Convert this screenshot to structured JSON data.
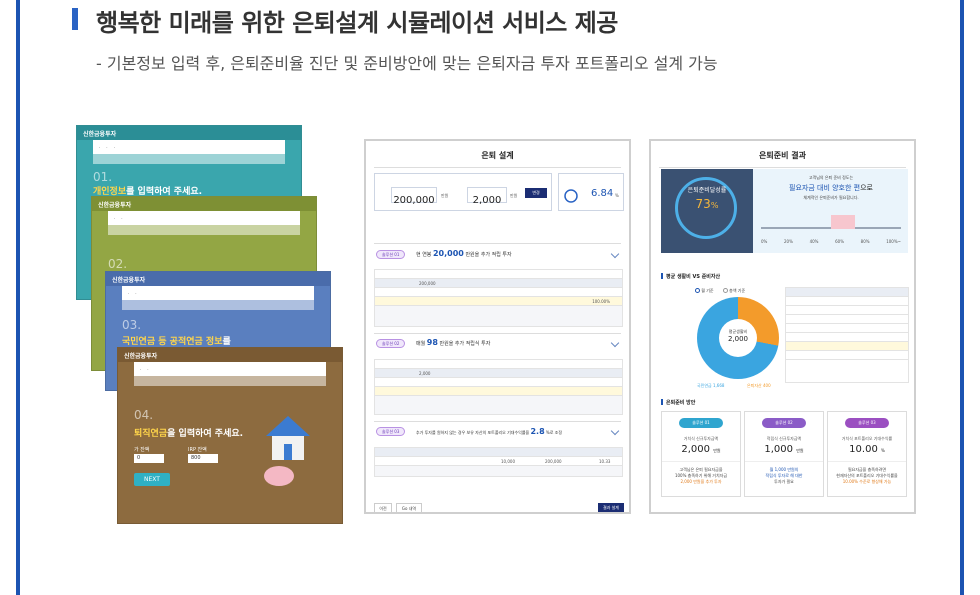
{
  "header": {
    "title": "행복한 미래를 위한 은퇴설계 시뮬레이션 서비스 제공",
    "subtitle": "- 기본정보 입력 후, 은퇴준비율 진단 및 준비방안에 맞는 은퇴자금 투자 포트폴리오 설계 가능"
  },
  "cards": [
    {
      "brand": "신한금융투자",
      "step": "01.",
      "text_hl": "개인정보",
      "text": "를 입력하여 주세요."
    },
    {
      "brand": "신한금융투자",
      "step": "02."
    },
    {
      "brand": "신한금융투자",
      "step": "03.",
      "text_hl": "국민연금 등 공적연금 정보",
      "text": "를"
    },
    {
      "brand": "신한금융투자",
      "step": "04.",
      "text_hl": "퇴직연금",
      "text": "을 입력하여 주세요.",
      "field1_label": "가 잔액",
      "field1_value": "0",
      "field2_label": "IRP 잔액",
      "field2_value": "800",
      "next": "NEXT"
    }
  ],
  "panel1": {
    "title": "은퇴 설계",
    "box1_value": "200,000",
    "box1_unit": "만원",
    "box2_value": "2,000",
    "box2_unit": "만원",
    "calc_btn": "변경",
    "rate_value": "6.84",
    "rate_unit": "%",
    "sol1_pill": "솔루션 01",
    "sol1_pre": "현 연봉 ",
    "sol1_num": "20,000",
    "sol1_post": " 만원을 추가 적립 투자",
    "sol1_input": "200,000",
    "sol1_total": "100.00%",
    "sol2_pill": "솔루션 02",
    "sol2_pre": "매월 ",
    "sol2_num": "98",
    "sol2_post": " 만원을 추가 적립식 투자",
    "sol2_input": "2,000",
    "sol3_pill": "솔루션 03",
    "sol3_pre": "추가 투자를 원하지 않는 경우 보유 자산의 포트폴리오 기대수익률을 ",
    "sol3_num": "2.8",
    "sol3_post": " %로 조정",
    "sol3_amount": "10,000",
    "sol3_target": "200,000",
    "sol3_rate": "10.33",
    "foot_left1": "이전",
    "foot_left2": "Go 내역",
    "foot_right": "결과 설계"
  },
  "panel2": {
    "title": "은퇴준비 결과",
    "rate_label": "은퇴준비달성률",
    "rate_value": "73",
    "rate_unit": "%",
    "msg_small": "고객님의 은퇴 준비 정도는",
    "msg_hl": "필요자금 대비 양호한 편",
    "msg_tail": "으로",
    "msg_2": "체계적인 은퇴준비가 필요합니다.",
    "scale": [
      "0%",
      "20%",
      "40%",
      "60%",
      "80%",
      "100%~"
    ],
    "section1": "평균 생활비 VS 준비자산",
    "legend1": "월 기준",
    "legend2": "총액 기준",
    "donut_center_label": "평균생활비",
    "donut_center_value": "2,000",
    "donut_a": "국민연금 1,668",
    "donut_b": "은퇴자산 400",
    "section2": "은퇴준비 방안",
    "solutions": [
      {
        "badge": "솔루션 01",
        "label": "거치식 신규투자금액",
        "value": "2,000",
        "unit": "만원",
        "note1": "고객님은 은퇴 필요자금을",
        "note2": "100% 충족하기 위해 거치자금",
        "note3": "2,000 만원을 추가 투자"
      },
      {
        "badge": "솔루션 02",
        "label": "적립식 신규투자금액",
        "value": "1,000",
        "unit": "만원",
        "note1": "월 1,000 만원의",
        "note2": "적립식 투자로 해 대한",
        "note3": "투자가 필요"
      },
      {
        "badge": "솔루션 03",
        "label": "거치식 포트폴리오 기대수익률",
        "value": "10.00",
        "unit": "%",
        "note1": "필요자금을 충족하려면",
        "note2": "현재자산의 포트폴리오 기대수익률을",
        "note3": "10.00% 수준로 향상해 가능"
      }
    ]
  }
}
